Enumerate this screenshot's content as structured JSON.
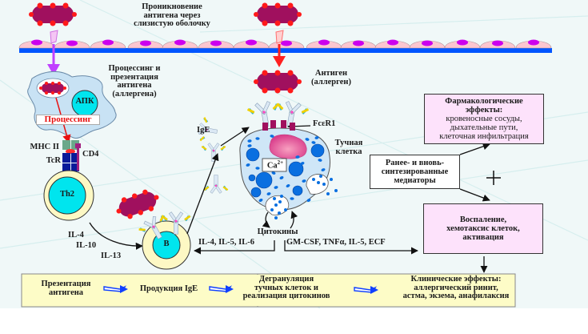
{
  "diagram": {
    "title_penetration": "Проникновение антигена через слизистую оболочку",
    "title_penetration_lines": [
      "Проникновение",
      "антигена через",
      "слизистую оболочку"
    ],
    "processing_caption_lines": [
      "Процессинг и",
      "презентация",
      "антигена",
      "(аллергена)"
    ],
    "apc_label": "АПК",
    "processing_label": "Процессинг",
    "mhc_label": "MHC II",
    "cd4_label": "CD4",
    "tcr_label": "TcR",
    "th2_label": "Th2",
    "b_label": "B",
    "th2_cytokines": [
      "IL-4",
      "IL-10",
      "IL-13"
    ],
    "ige_label": "IgE",
    "antigen_caption_lines": [
      "Антиген",
      "(аллерген)"
    ],
    "receptor_label": "FcεR1",
    "mast_cell_lines": [
      "Тучная",
      "клетка"
    ],
    "calcium_label": "Ca",
    "calcium_sup": "2+",
    "cytokines_label": "Цитокины",
    "cytokines_left": "IL-4, IL-5, IL-6",
    "cytokines_right": "GM-CSF, TNFα, IL-5, ECF",
    "mediators_lines": [
      "Ранее- и вновь-",
      "синтезированные",
      "медиаторы"
    ],
    "plus_sign": "+",
    "pharma_box": {
      "title_lines": [
        "Фармакологические",
        "эффекты:"
      ],
      "body_lines": [
        "кровеносные сосуды,",
        "дыхательные пути,",
        "клеточная инфильтрация"
      ]
    },
    "inflammation_box_lines": [
      "Воспаление,",
      "хемотаксис клеток,",
      "активация"
    ]
  },
  "bottom_flow": {
    "steps": [
      {
        "lines": [
          "Презентация",
          "антигена"
        ]
      },
      {
        "lines": [
          "Продукция IgE"
        ]
      },
      {
        "lines": [
          "Дегрануляция",
          "тучных клеток и",
          "реализация цитокинов"
        ]
      },
      {
        "lines": [
          "Клинические эффекты:",
          "аллергический ринит,",
          "астма, экзема, анафилаксия"
        ]
      }
    ]
  },
  "colors": {
    "background": "#f0f8f8",
    "membrane": "#0055ff",
    "epithelial_cell": "#fcc6d0",
    "nucleus": "#cc00ee",
    "antigen": "#a0105e",
    "antigen_spots": "#ff1a1a",
    "apc": "#c8e2f4",
    "nucleus_cyan": "#00e5ee",
    "lymph_cytoplasm": "#fdf8c4",
    "mast_cell": "#cfe6f7",
    "granule": "#0a6fe0",
    "pink_box": "#fde2fb",
    "yellow_bar": "#fdfcc7",
    "arrow_blue": "#1040ff"
  }
}
